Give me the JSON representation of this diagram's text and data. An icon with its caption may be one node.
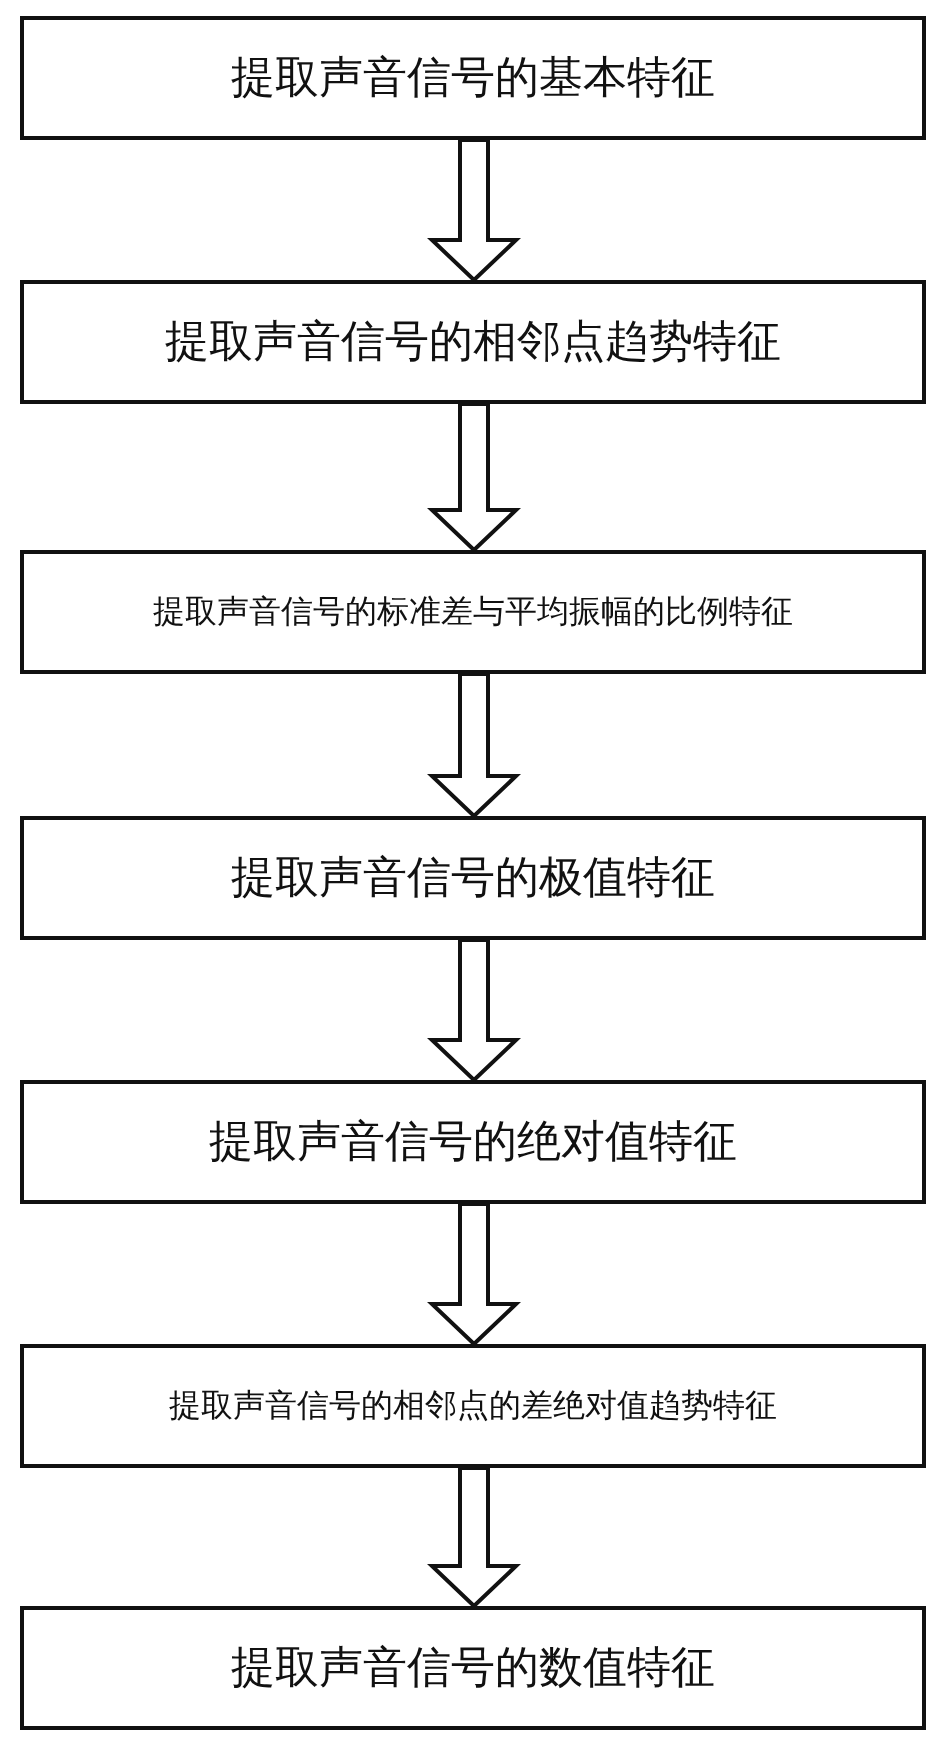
{
  "diagram": {
    "nodes": [
      {
        "text": [
          "提取声音信号的基本特征"
        ]
      },
      {
        "text": [
          "提取声音信号的相邻点趋势特征"
        ]
      },
      {
        "text": [
          "提取声音信号的标准差与平均振幅的比例特征"
        ]
      },
      {
        "text": [
          "提取声音信号的极值特征"
        ]
      },
      {
        "text": [
          "提取声音信号的绝对值特征"
        ]
      },
      {
        "text": [
          "提取声音信号的相邻点的差绝对值趋势特征"
        ]
      },
      {
        "text": [
          "提取声音信号的数值特征"
        ]
      }
    ],
    "edges": [
      {
        "from": 0,
        "to": 1,
        "arrow": "to"
      },
      {
        "from": 1,
        "to": 2,
        "arrow": "to"
      },
      {
        "from": 2,
        "to": 3,
        "arrow": "to"
      },
      {
        "from": 3,
        "to": 4,
        "arrow": "to"
      },
      {
        "from": 4,
        "to": 5,
        "arrow": "to"
      },
      {
        "from": 5,
        "to": 6,
        "arrow": "to"
      }
    ]
  }
}
